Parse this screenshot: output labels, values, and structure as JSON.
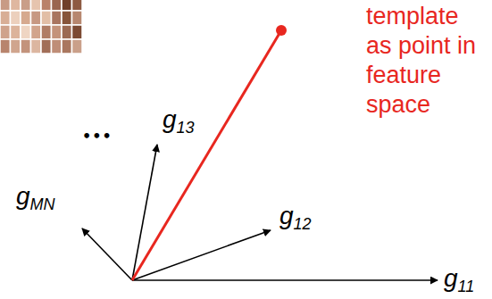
{
  "diagram": {
    "labels": [
      "template as point in feature space",
      "g13",
      "•••",
      "gMN",
      "g12",
      "g11"
    ]
  }
}
